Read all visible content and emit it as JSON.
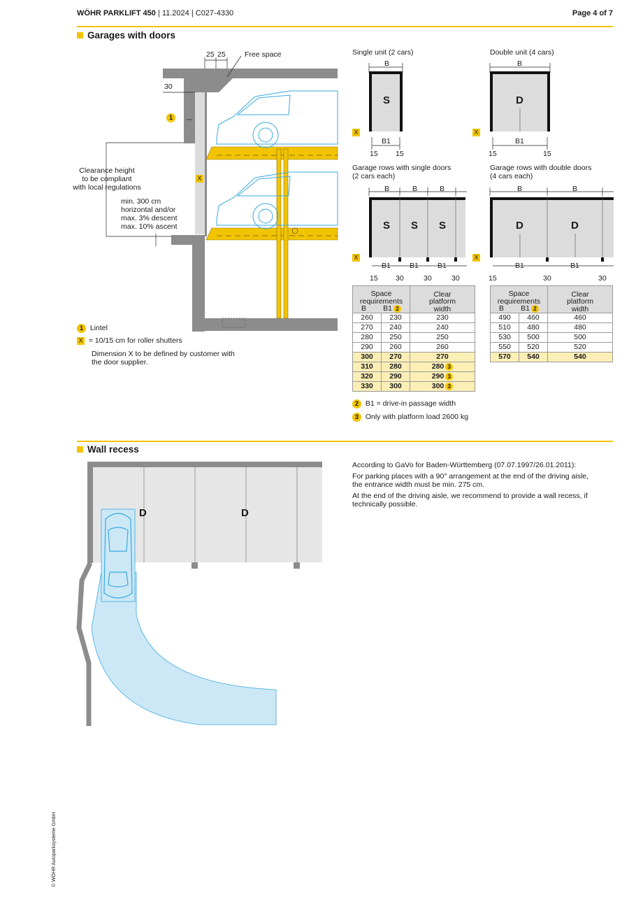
{
  "header": {
    "brand": "WÖHR PARKLIFT 450",
    "meta": " | 11.2024 | C027-4330",
    "page": "Page 4 of 7"
  },
  "section1": {
    "title": "Garages with doors",
    "dim_25a": "25",
    "dim_25b": "25",
    "free_space": "Free space",
    "dim_30": "30",
    "clearance_l1": "Clearance height",
    "clearance_l2": "to be compliant",
    "clearance_l3": "with local regulations",
    "min_l1": "min. 300 cm",
    "min_l2": "horizontal and/or",
    "min_l3": "max. 3% descent",
    "min_l4": "max. 10% ascent",
    "x_mark": "X",
    "lintel_num": "1",
    "lintel_label": "Lintel",
    "x_def": "= 10/15 cm for roller shutters",
    "x_note_l1": "Dimension X to be defined by customer with",
    "x_note_l2": "the door supplier."
  },
  "plans": {
    "single_unit": "Single unit (2 cars)",
    "double_unit": "Double unit (4 cars)",
    "rows_single_l1": "Garage rows with single doors",
    "rows_single_l2": "(2 cars each)",
    "rows_double_l1": "Garage rows with double doors",
    "rows_double_l2": "(4 cars each)",
    "B": "B",
    "B1": "B1",
    "S": "S",
    "D": "D",
    "X": "X",
    "d15": "15",
    "d30": "30"
  },
  "table_single": {
    "h_space_l1": "Space",
    "h_space_l2": "requirements",
    "h_b": "B",
    "h_b1": "B1",
    "h_b1_note": "2",
    "h_clear_l1": "Clear",
    "h_clear_l2": "platform",
    "h_clear_l3": "width",
    "rows": [
      {
        "b": "260",
        "b1": "230",
        "w": "230",
        "hl": false,
        "n": ""
      },
      {
        "b": "270",
        "b1": "240",
        "w": "240",
        "hl": false,
        "n": ""
      },
      {
        "b": "280",
        "b1": "250",
        "w": "250",
        "hl": false,
        "n": ""
      },
      {
        "b": "290",
        "b1": "260",
        "w": "260",
        "hl": false,
        "n": ""
      },
      {
        "b": "300",
        "b1": "270",
        "w": "270",
        "hl": true,
        "n": ""
      },
      {
        "b": "310",
        "b1": "280",
        "w": "280",
        "hl": true,
        "n": "3"
      },
      {
        "b": "320",
        "b1": "290",
        "w": "290",
        "hl": true,
        "n": "3"
      },
      {
        "b": "330",
        "b1": "300",
        "w": "300",
        "hl": true,
        "n": "3"
      }
    ]
  },
  "table_double": {
    "rows": [
      {
        "b": "490",
        "b1": "460",
        "w": "460",
        "hl": false
      },
      {
        "b": "510",
        "b1": "480",
        "w": "480",
        "hl": false
      },
      {
        "b": "530",
        "b1": "500",
        "w": "500",
        "hl": false
      },
      {
        "b": "550",
        "b1": "520",
        "w": "520",
        "hl": false
      },
      {
        "b": "570",
        "b1": "540",
        "w": "540",
        "hl": true
      }
    ]
  },
  "notes": {
    "n2": "2",
    "n2_text": "B1 = drive-in passage width",
    "n3": "3",
    "n3_text": "Only with platform load 2600 kg"
  },
  "section2": {
    "title": "Wall recess",
    "D": "D",
    "p1": "According to GaVo for Baden-Württemberg (07.07.1997/26.01.2011):",
    "p2_l1": "For parking places with a 90° arrangement at the end of the driving aisle,",
    "p2_l2": "the entrance width must be min. 275 cm.",
    "p3_l1": "At the end of the driving aisle, we recommend to provide a wall recess, if",
    "p3_l2": "technically possible."
  },
  "copyright": "© WÖHR Autoparksysteme GmbH",
  "colors": {
    "accent": "#f2c400",
    "water": "#cce8f6",
    "car": "#3aa9e0"
  }
}
